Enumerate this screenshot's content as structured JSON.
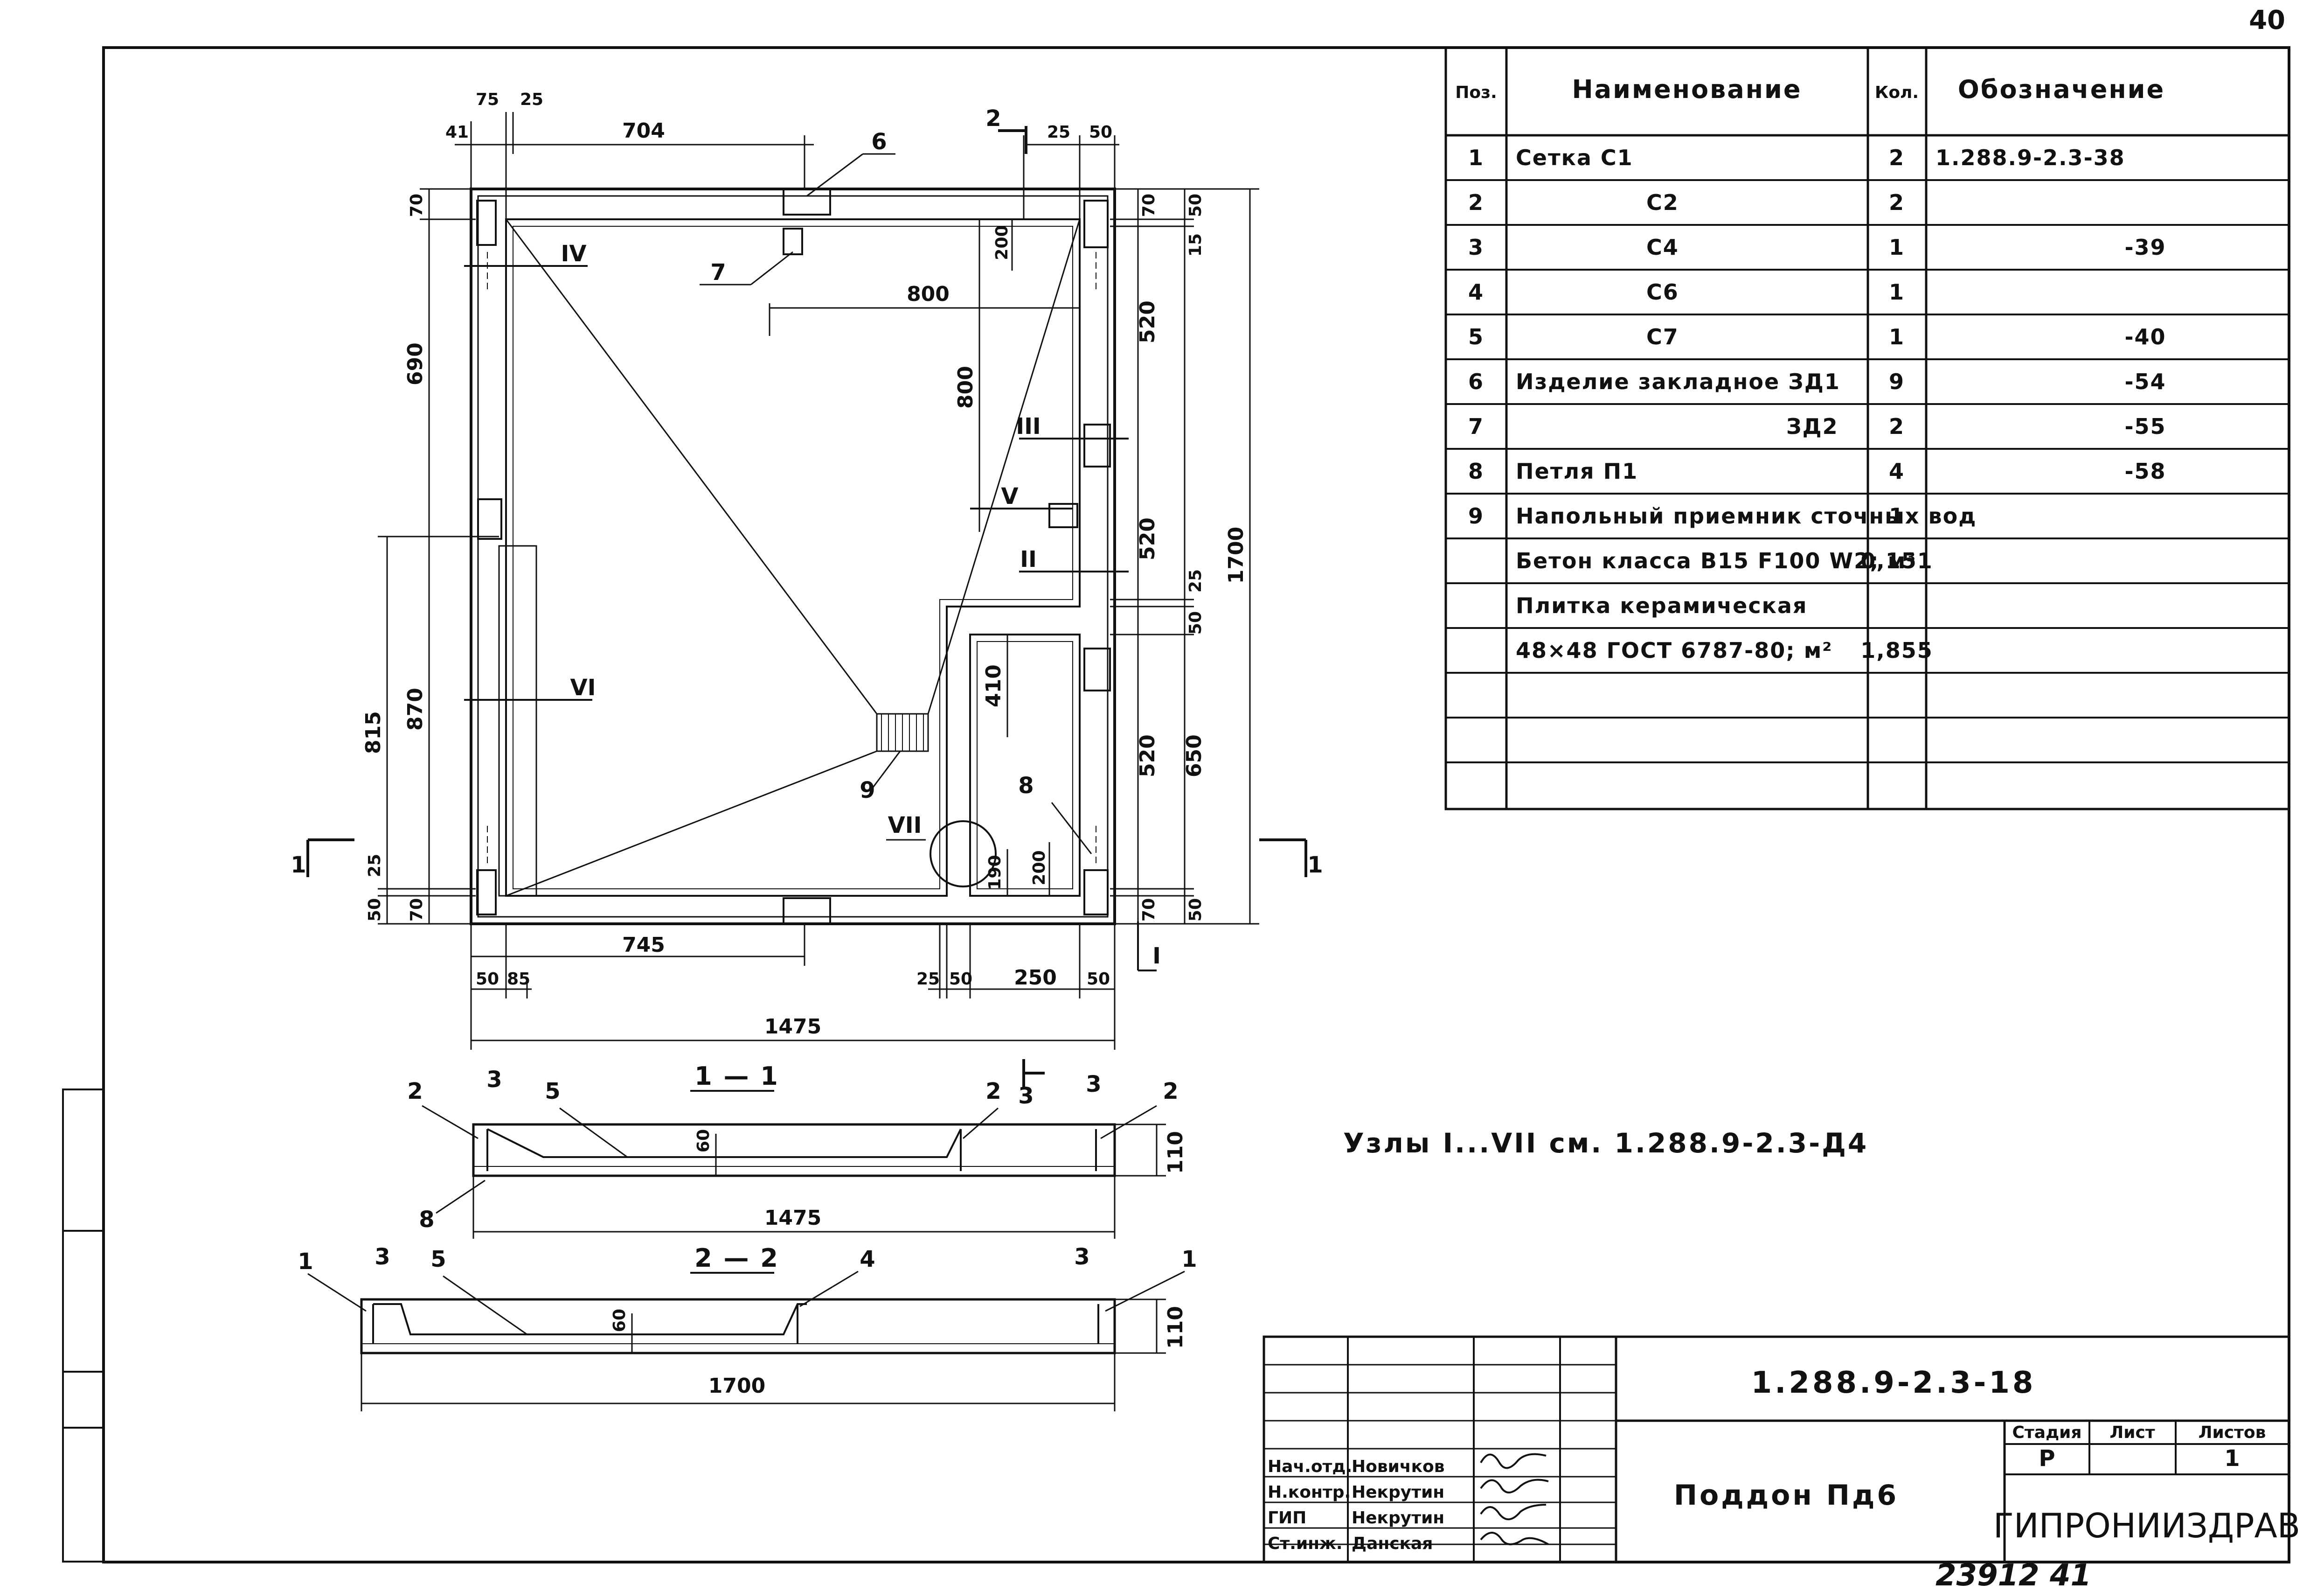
{
  "page_number": "40",
  "spec_table": {
    "headers": {
      "pos": "Поз.",
      "name": "Наименование",
      "qty": "Кол.",
      "designation": "Обозначение"
    },
    "rows": [
      {
        "pos": "1",
        "name": "Сетка  С1",
        "qty": "2",
        "designation": "1.288.9-2.3-38"
      },
      {
        "pos": "2",
        "name": "С2",
        "qty": "2",
        "designation": ""
      },
      {
        "pos": "3",
        "name": "С4",
        "qty": "1",
        "designation": "-39"
      },
      {
        "pos": "4",
        "name": "С6",
        "qty": "1",
        "designation": ""
      },
      {
        "pos": "5",
        "name": "С7",
        "qty": "1",
        "designation": "-40"
      },
      {
        "pos": "6",
        "name": "Изделие закладное  ЗД1",
        "qty": "9",
        "designation": "-54"
      },
      {
        "pos": "7",
        "name": "ЗД2",
        "qty": "2",
        "designation": "-55"
      },
      {
        "pos": "8",
        "name": "Петля  П1",
        "qty": "4",
        "designation": "-58"
      },
      {
        "pos": "9",
        "name": "Напольный приемник сточных вод",
        "qty": "1",
        "designation": ""
      },
      {
        "pos": "",
        "name": "Бетон класса В15 F100 W2;  м³",
        "qty": "0,151",
        "designation": ""
      },
      {
        "pos": "",
        "name": "Плитка керамическая",
        "qty": "",
        "designation": ""
      },
      {
        "pos": "",
        "name": "48×48  ГОСТ 6787-80;      м²",
        "qty": "1,855",
        "designation": ""
      },
      {
        "pos": "",
        "name": "",
        "qty": "",
        "designation": ""
      },
      {
        "pos": "",
        "name": "",
        "qty": "",
        "designation": ""
      },
      {
        "pos": "",
        "name": "",
        "qty": "",
        "designation": ""
      }
    ]
  },
  "note": "Узлы  I...VII  см.  1.288.9-2.3-Д4",
  "plan": {
    "dims": {
      "top_41": "41",
      "top_75": "75",
      "top_25": "25",
      "top_704": "704",
      "top_25b": "25",
      "top_50": "50",
      "d800h": "800",
      "d200": "200",
      "d800v": "800",
      "d410": "410",
      "d190": "190",
      "d200b": "200",
      "left_690": "690",
      "left_870": "870",
      "left_815": "815",
      "left_25": "25",
      "left_50": "50",
      "left_70": "70",
      "left_70top": "70",
      "right_70": "70",
      "right_15": "15",
      "right_520a": "520",
      "right_520b": "520",
      "right_520c": "520",
      "right_70b": "70",
      "right_50": "50",
      "right_25": "25",
      "right_50b": "50",
      "right_650": "650",
      "right_1700": "1700",
      "right_50c": "50",
      "bot_745": "745",
      "bot_50": "50",
      "bot_85": "85",
      "bot_25": "25",
      "bot_50b": "50",
      "bot_250": "250",
      "bot_50c": "50",
      "bot_1475": "1475"
    },
    "callouts": {
      "c6": "6",
      "c7": "7",
      "c8": "8",
      "c9": "9"
    },
    "nodes": {
      "n1": "I",
      "n2": "II",
      "n3": "III",
      "n4": "IV",
      "n5": "V",
      "n6": "VI",
      "n7": "VII"
    },
    "section_marks": {
      "s1l": "1",
      "s1r": "1",
      "s2": "2"
    }
  },
  "section_1": {
    "title": "1 — 1",
    "dims": {
      "w": "1475",
      "h": "110",
      "t": "60"
    },
    "callouts": {
      "a": "2",
      "b": "5",
      "c": "2",
      "d": "3",
      "e": "3",
      "f": "2",
      "g": "3",
      "h": "8"
    }
  },
  "section_2": {
    "title": "2 — 2",
    "dims": {
      "w": "1700",
      "h": "110",
      "t": "60"
    },
    "callouts": {
      "a": "1",
      "b": "3",
      "c": "5",
      "d": "4",
      "e": "3",
      "f": "1"
    }
  },
  "title_block": {
    "code": "1.288.9-2.3-18",
    "title": "Поддон  Пд6",
    "stage_label": "Стадия",
    "sheet_label": "Лист",
    "sheets_label": "Листов",
    "stage": "Р",
    "sheet": "",
    "sheets": "1",
    "org": "ГИПРОНИИЗДРАВ",
    "signers": [
      {
        "role": "Нач.отд.",
        "name": "Новичков"
      },
      {
        "role": "Н.контр.",
        "name": "Некрутин"
      },
      {
        "role": "ГИП",
        "name": "Некрутин"
      },
      {
        "role": "Ст.инж.",
        "name": "Данская"
      }
    ]
  },
  "archive_number": "23912  41"
}
